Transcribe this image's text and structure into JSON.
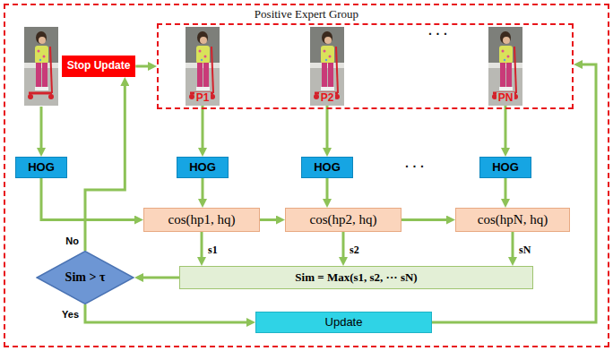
{
  "diagram": {
    "nodes": [
      {
        "text": [
          "Positive Expert Group"
        ]
      },
      {
        "text": [
          "· · ·"
        ],
        "in": 0
      },
      {
        "text": [
          "Stop Update"
        ],
        "in": 0
      },
      {
        "text": [
          "P1"
        ],
        "in": 1
      },
      {
        "text": [
          "P2"
        ],
        "in": 1
      },
      {
        "text": [
          "PN"
        ],
        "in": 1
      },
      {
        "text": [
          "HOG"
        ],
        "in": 0
      },
      {
        "text": [
          "HOG"
        ],
        "in": 0
      },
      {
        "text": [
          "HOG"
        ],
        "in": 0
      },
      {
        "text": [
          "HOG"
        ],
        "in": 0
      },
      {
        "text": [
          "cos(hp1, hq)"
        ],
        "in": 0
      },
      {
        "text": [
          "cos(hp2, hq)"
        ],
        "in": 0
      },
      {
        "text": [
          "cos(hpN, hq)"
        ],
        "in": 0
      },
      {
        "text": [
          "Sim = Max(s1, s2, ··· sN)"
        ],
        "in": 0
      },
      {
        "text": [
          "Sim > τ"
        ],
        "in": 0
      },
      {
        "text": [
          "Update"
        ],
        "in": 0
      }
    ],
    "edges": [
      {
        "from": 3,
        "to": 7,
        "arrow": "to"
      },
      {
        "from": 4,
        "to": 8,
        "arrow": "to"
      },
      {
        "from": 5,
        "to": 9,
        "arrow": "to"
      },
      {
        "from": 6,
        "to": 10,
        "arrow": "to"
      },
      {
        "from": 7,
        "to": 10,
        "arrow": "to"
      },
      {
        "from": 8,
        "to": 11,
        "arrow": "to"
      },
      {
        "from": 9,
        "to": 12,
        "arrow": "to"
      },
      {
        "from": 10,
        "to": 11,
        "arrow": "to"
      },
      {
        "from": 11,
        "to": 12,
        "arrow": "to"
      },
      {
        "from": 10,
        "to": 13,
        "label": "s1",
        "arrow": "to"
      },
      {
        "from": 11,
        "to": 13,
        "label": "s2",
        "arrow": "to"
      },
      {
        "from": 12,
        "to": 13,
        "label": "sN",
        "arrow": "to"
      },
      {
        "from": 13,
        "to": 14,
        "arrow": "to"
      },
      {
        "from": 14,
        "to": 2,
        "label": "No",
        "arrow": "to"
      },
      {
        "from": 2,
        "to": 1,
        "arrow": "to"
      },
      {
        "from": 14,
        "to": 15,
        "label": "Yes",
        "arrow": "to"
      },
      {
        "from": 15,
        "to": 1,
        "arrow": "to"
      }
    ],
    "labels": [
      "· · ·"
    ]
  }
}
